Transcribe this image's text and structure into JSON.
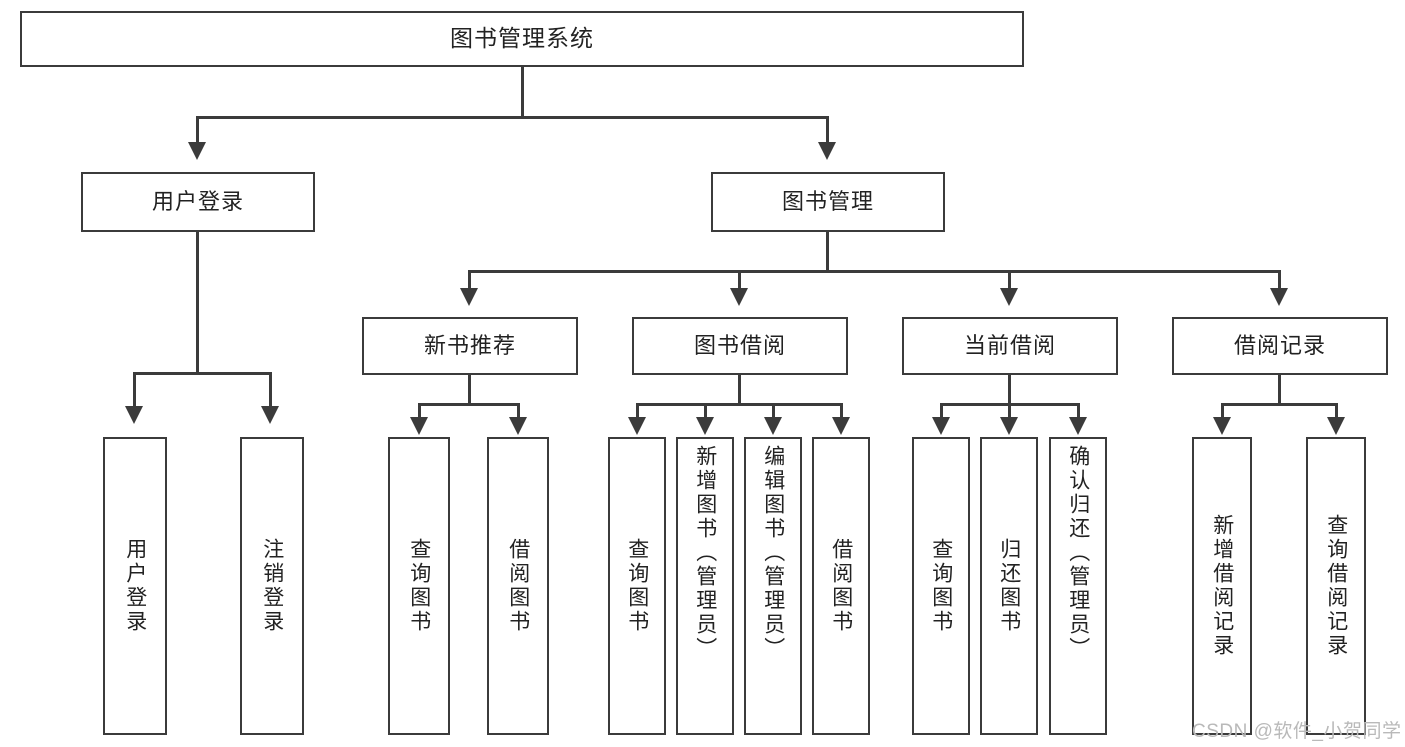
{
  "diagram": {
    "title": "图书管理系统",
    "root": {
      "label": "图书管理系统"
    },
    "level2": [
      {
        "label": "用户登录"
      },
      {
        "label": "图书管理"
      }
    ],
    "level3": [
      {
        "label": "新书推荐"
      },
      {
        "label": "图书借阅"
      },
      {
        "label": "当前借阅"
      },
      {
        "label": "借阅记录"
      }
    ],
    "leaves": {
      "user_login": [
        {
          "label": "用户登录"
        },
        {
          "label": "注销登录"
        }
      ],
      "new_book_recommend": [
        {
          "label": "查询图书"
        },
        {
          "label": "借阅图书"
        }
      ],
      "book_borrow": [
        {
          "label": "查询图书"
        },
        {
          "label": "新增图书（管理员）"
        },
        {
          "label": "编辑图书（管理员）"
        },
        {
          "label": "借阅图书"
        }
      ],
      "current_borrow": [
        {
          "label": "查询图书"
        },
        {
          "label": "归还图书"
        },
        {
          "label": "确认归还（管理员）"
        }
      ],
      "borrow_record": [
        {
          "label": "新增借阅记录"
        },
        {
          "label": "查询借阅记录"
        }
      ]
    }
  },
  "watermark": {
    "text": "CSDN @软件_小贺同学"
  },
  "colors": {
    "stroke": "#3b3b3b",
    "fill": "#ffffff",
    "text": "#222222",
    "watermark": "#b9b9b9"
  }
}
